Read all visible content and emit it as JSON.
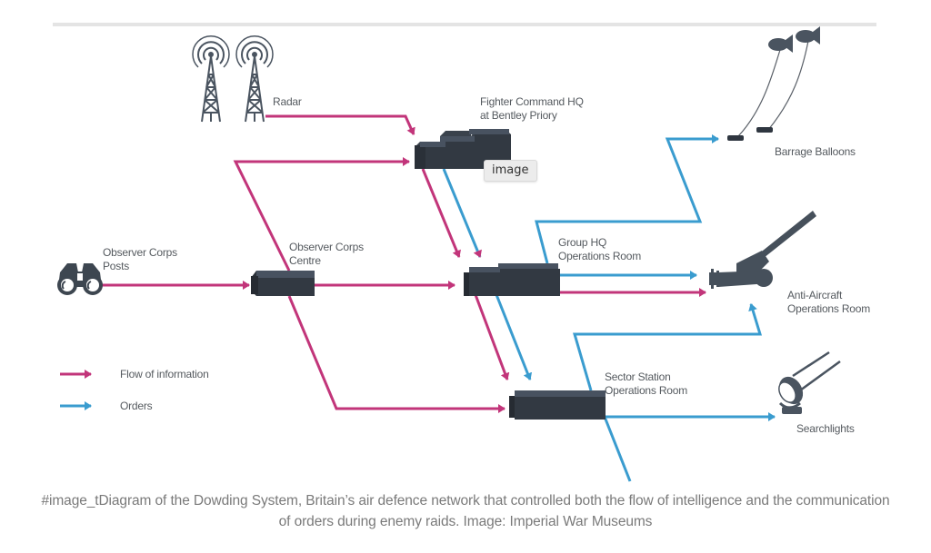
{
  "colors": {
    "information": "#c2357a",
    "orders": "#3a9ccf",
    "node": "#2f3640",
    "icon": "#4a5460",
    "label": "#555a5f",
    "caption": "#7a7a7a"
  },
  "nodes": {
    "radar": "Radar",
    "fighter_command": "Fighter Command HQ\nat Bentley Priory",
    "barrage_balloons": "Barrage Balloons",
    "observer_posts": "Observer Corps\nPosts",
    "observer_centre": "Observer Corps\nCentre",
    "group_hq": "Group HQ\nOperations Room",
    "anti_aircraft": "Anti-Aircraft\nOperations Room",
    "sector_station": "Sector Station\nOperations Room",
    "searchlights": "Searchlights"
  },
  "legend": [
    {
      "label": "Flow of information",
      "type": "information"
    },
    {
      "label": "Orders",
      "type": "orders"
    }
  ],
  "icons": {
    "radar": "radar-tower-icon",
    "binoculars": "binoculars-icon",
    "balloon": "barrage-balloon-icon",
    "gun": "anti-aircraft-gun-icon",
    "searchlight": "searchlight-icon"
  },
  "tooltip": "image",
  "caption": "#image_tDiagram of the Dowding System, Britain’s air defence network that controlled both the flow of intelligence and the communication of orders during enemy raids. Image: Imperial War Museums"
}
